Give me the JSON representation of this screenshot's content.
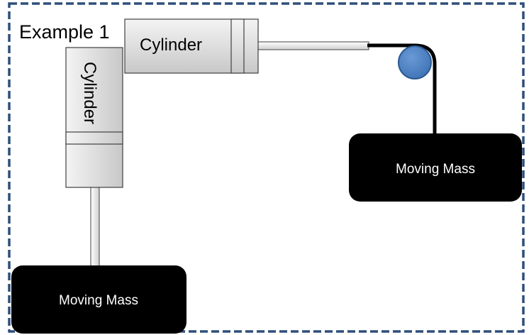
{
  "example_title": "Example 1",
  "cylinders": [
    {
      "label": "Cylinder"
    },
    {
      "label": "Cylinder"
    }
  ],
  "masses": [
    {
      "label": "Moving Mass"
    },
    {
      "label": "Moving Mass"
    }
  ],
  "colors": {
    "frame_border": "#2f4f7a",
    "cylinder_fill_light": "#f2f2f2",
    "cylinder_fill_dark": "#c9c9c9",
    "cylinder_outline": "#404040",
    "mass_fill": "#000000",
    "mass_text": "#ffffff",
    "pulley_fill": "#4a7fc1",
    "pulley_outline": "#2c5a92",
    "cable": "#000000"
  }
}
